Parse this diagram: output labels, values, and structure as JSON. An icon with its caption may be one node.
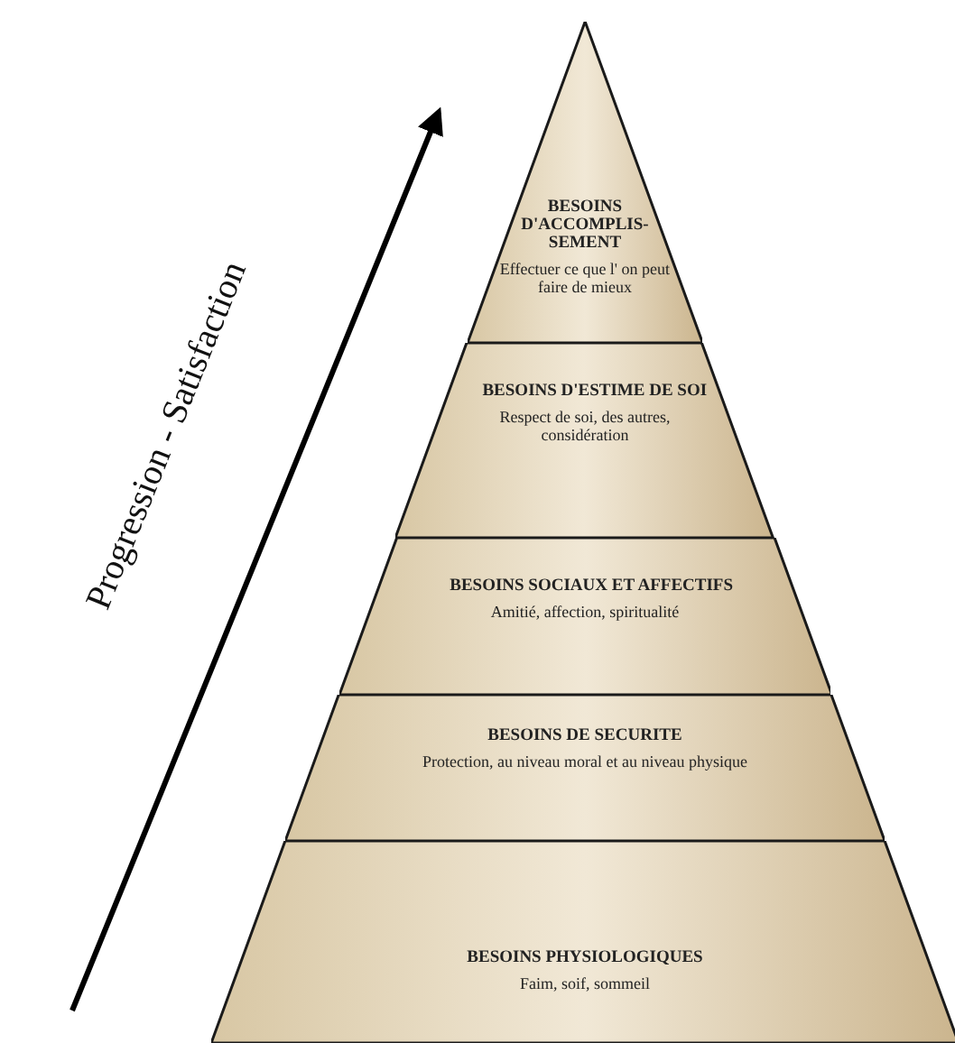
{
  "diagram": {
    "nodes": [
      {
        "text": [
          "BESOINS D'ACCOMPLIS-SEMENT",
          "Effectuer ce que l' on peut faire de mieux"
        ]
      },
      {
        "text": [
          "BESOINS D'ESTIME DE SOI",
          "Respect de soi, des autres, considération"
        ]
      },
      {
        "text": [
          "BESOINS SOCIAUX ET AFFECTIFS",
          "Amitié, affection, spiritualité"
        ]
      },
      {
        "text": [
          "BESOINS DE SECURITE",
          "Protection, au niveau moral et au niveau physique"
        ]
      },
      {
        "text": [
          "BESOINS PHYSIOLOGIQUES",
          "Faim, soif, sommeil"
        ]
      }
    ],
    "labels": [
      "Progression - Satisfaction"
    ]
  }
}
